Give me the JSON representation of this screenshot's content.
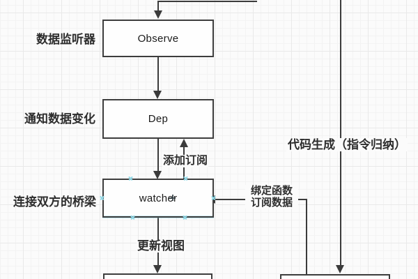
{
  "nodes": {
    "observe": {
      "label": "Observe"
    },
    "dep": {
      "label": "Dep"
    },
    "watcher": {
      "label": "watcher"
    }
  },
  "captions": {
    "observe": "数据监听器",
    "dep": "通知数据变化",
    "watcher": "连接双方的桥梁",
    "compile": "代码生成（指令归纳）"
  },
  "edge_labels": {
    "add_subscription": "添加订阅",
    "update_view": "更新视图",
    "bind_function_line1": "绑定函数",
    "bind_function_line2": "订阅数据"
  },
  "colors": {
    "line": "#3b3b3b",
    "node_border": "#3d3d3d",
    "canvas_bg": "#fbfbfb",
    "connection_point": "#8fd8e6"
  }
}
